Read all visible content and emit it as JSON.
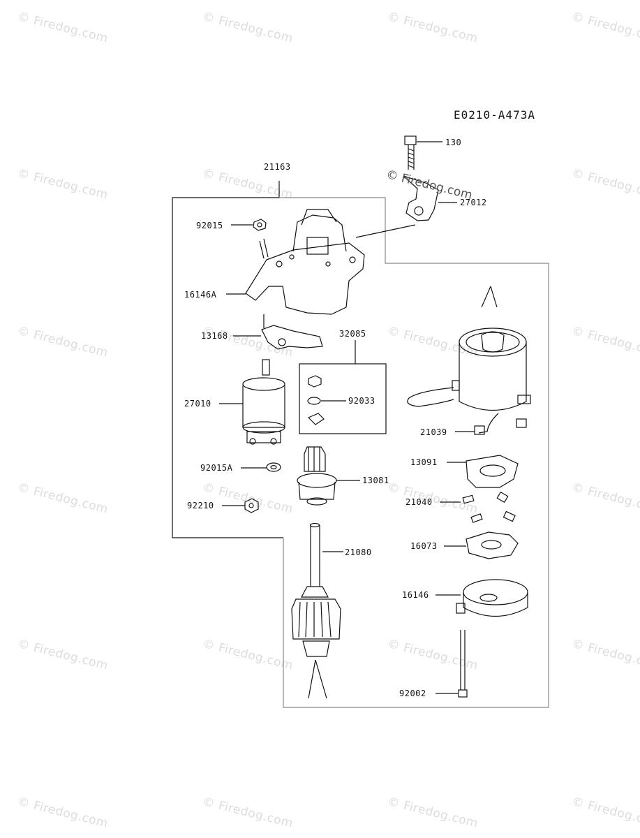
{
  "diagram": {
    "code": "E0210-A473A",
    "watermark": "© Firedog.com",
    "parts": [
      {
        "id": "p130",
        "label": "130"
      },
      {
        "id": "p27012",
        "label": "27012"
      },
      {
        "id": "p21163",
        "label": "21163"
      },
      {
        "id": "p92015",
        "label": "92015"
      },
      {
        "id": "p16146A",
        "label": "16146A"
      },
      {
        "id": "p13168",
        "label": "13168"
      },
      {
        "id": "p32085",
        "label": "32085"
      },
      {
        "id": "p27010",
        "label": "27010"
      },
      {
        "id": "p92033",
        "label": "92033"
      },
      {
        "id": "p21039",
        "label": "21039"
      },
      {
        "id": "p13091",
        "label": "13091"
      },
      {
        "id": "p92015A",
        "label": "92015A"
      },
      {
        "id": "p13081",
        "label": "13081"
      },
      {
        "id": "p21040",
        "label": "21040"
      },
      {
        "id": "p92210",
        "label": "92210"
      },
      {
        "id": "p16073",
        "label": "16073"
      },
      {
        "id": "p21080",
        "label": "21080"
      },
      {
        "id": "p16146",
        "label": "16146"
      },
      {
        "id": "p92002",
        "label": "92002"
      }
    ]
  }
}
